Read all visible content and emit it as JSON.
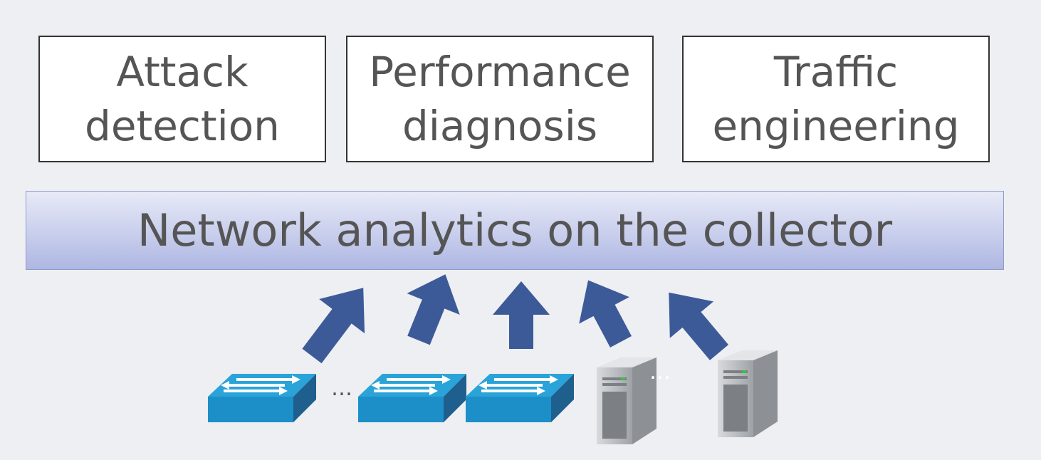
{
  "applications": [
    {
      "line1": "Attack",
      "line2": "detection"
    },
    {
      "line1": "Performance",
      "line2": "diagnosis"
    },
    {
      "line1": "Traffic",
      "line2": "engineering"
    }
  ],
  "collector": {
    "label": "Network analytics on the collector"
  },
  "ellipsis": "…",
  "colors": {
    "arrow": "#3d5a98",
    "switch_top": "#2aa3d9",
    "switch_side": "#1f5f8d",
    "server": "#b5b8bc",
    "collector_gradient_top": "#e8eaf7",
    "collector_gradient_bottom": "#aeb7e3"
  },
  "icons": [
    "switch-icon",
    "server-icon",
    "up-arrow-icon"
  ]
}
